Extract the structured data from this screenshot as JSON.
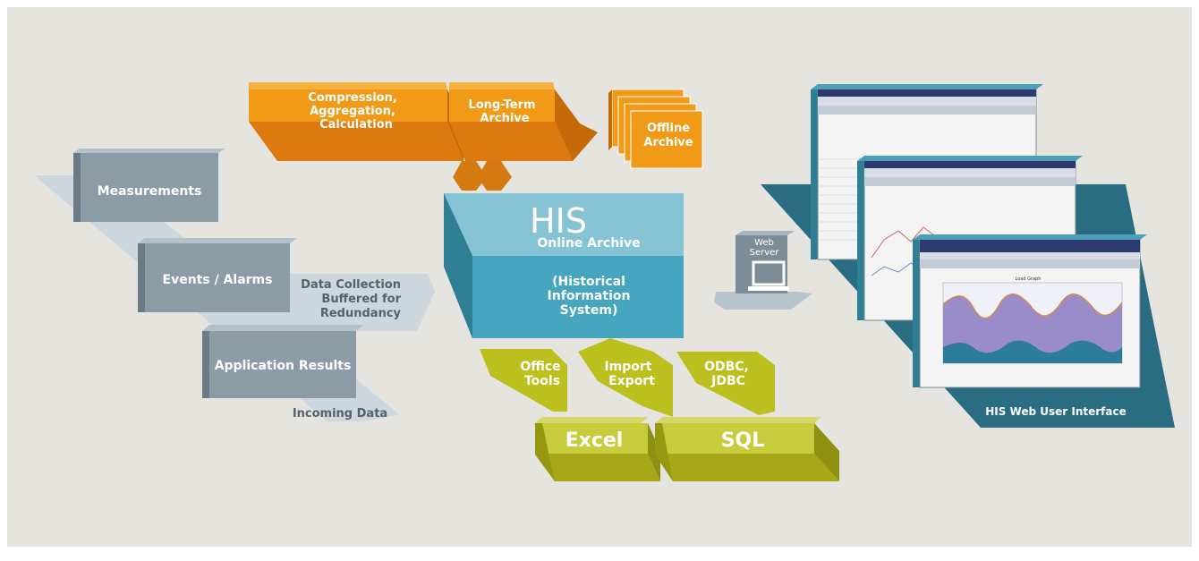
{
  "incoming": {
    "measurements": "Measurements",
    "events_alarms": "Events / Alarms",
    "application_results": "Application Results",
    "incoming_data": "Incoming Data",
    "data_collection": [
      "Data Collection",
      "Buffered for",
      "Redundancy"
    ]
  },
  "archive": {
    "compression": [
      "Compression,",
      "Aggregation,",
      "Calculation"
    ],
    "long_term": [
      "Long-Term",
      "Archive"
    ],
    "offline": [
      "Offline",
      "Archive"
    ]
  },
  "his": {
    "title": "HIS",
    "subtitle": "Online Archive",
    "description": [
      "(Historical",
      "Information",
      "System)"
    ]
  },
  "web_server": [
    "Web",
    "Server"
  ],
  "interfaces": {
    "office_tools": [
      "Office",
      "Tools"
    ],
    "import_export": [
      "Import",
      "Export"
    ],
    "odbc_jdbc": [
      "ODBC,",
      "JDBC"
    ],
    "excel": "Excel",
    "sql": "SQL"
  },
  "web_ui": {
    "label": "HIS Web User Interface",
    "chart_title": "Load Graph"
  },
  "colors": {
    "background": "#e6e4de",
    "gray_block": "#8c9ca6",
    "orange_block": "#f09a18",
    "teal_block": "#46a6c0",
    "olive_block": "#bcc01e",
    "platform_teal": "#2a6c82"
  }
}
